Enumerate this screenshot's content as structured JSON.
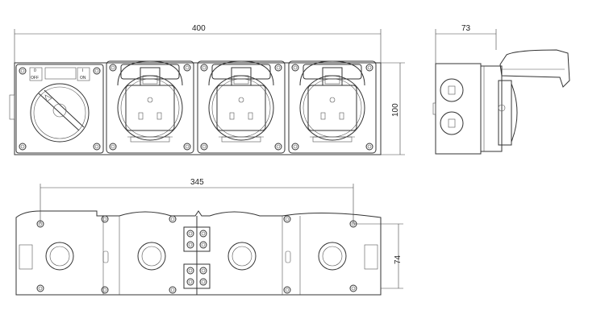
{
  "dimensions": {
    "front_width": "400",
    "front_height": "100",
    "side_depth": "73",
    "back_hole_spacing": "345",
    "back_height": "74"
  },
  "switch_labels": {
    "off_symbol": "0",
    "off": "OFF",
    "on_symbol": "I",
    "on": "ON"
  },
  "colors": {
    "line": "#333333",
    "background": "#ffffff"
  }
}
